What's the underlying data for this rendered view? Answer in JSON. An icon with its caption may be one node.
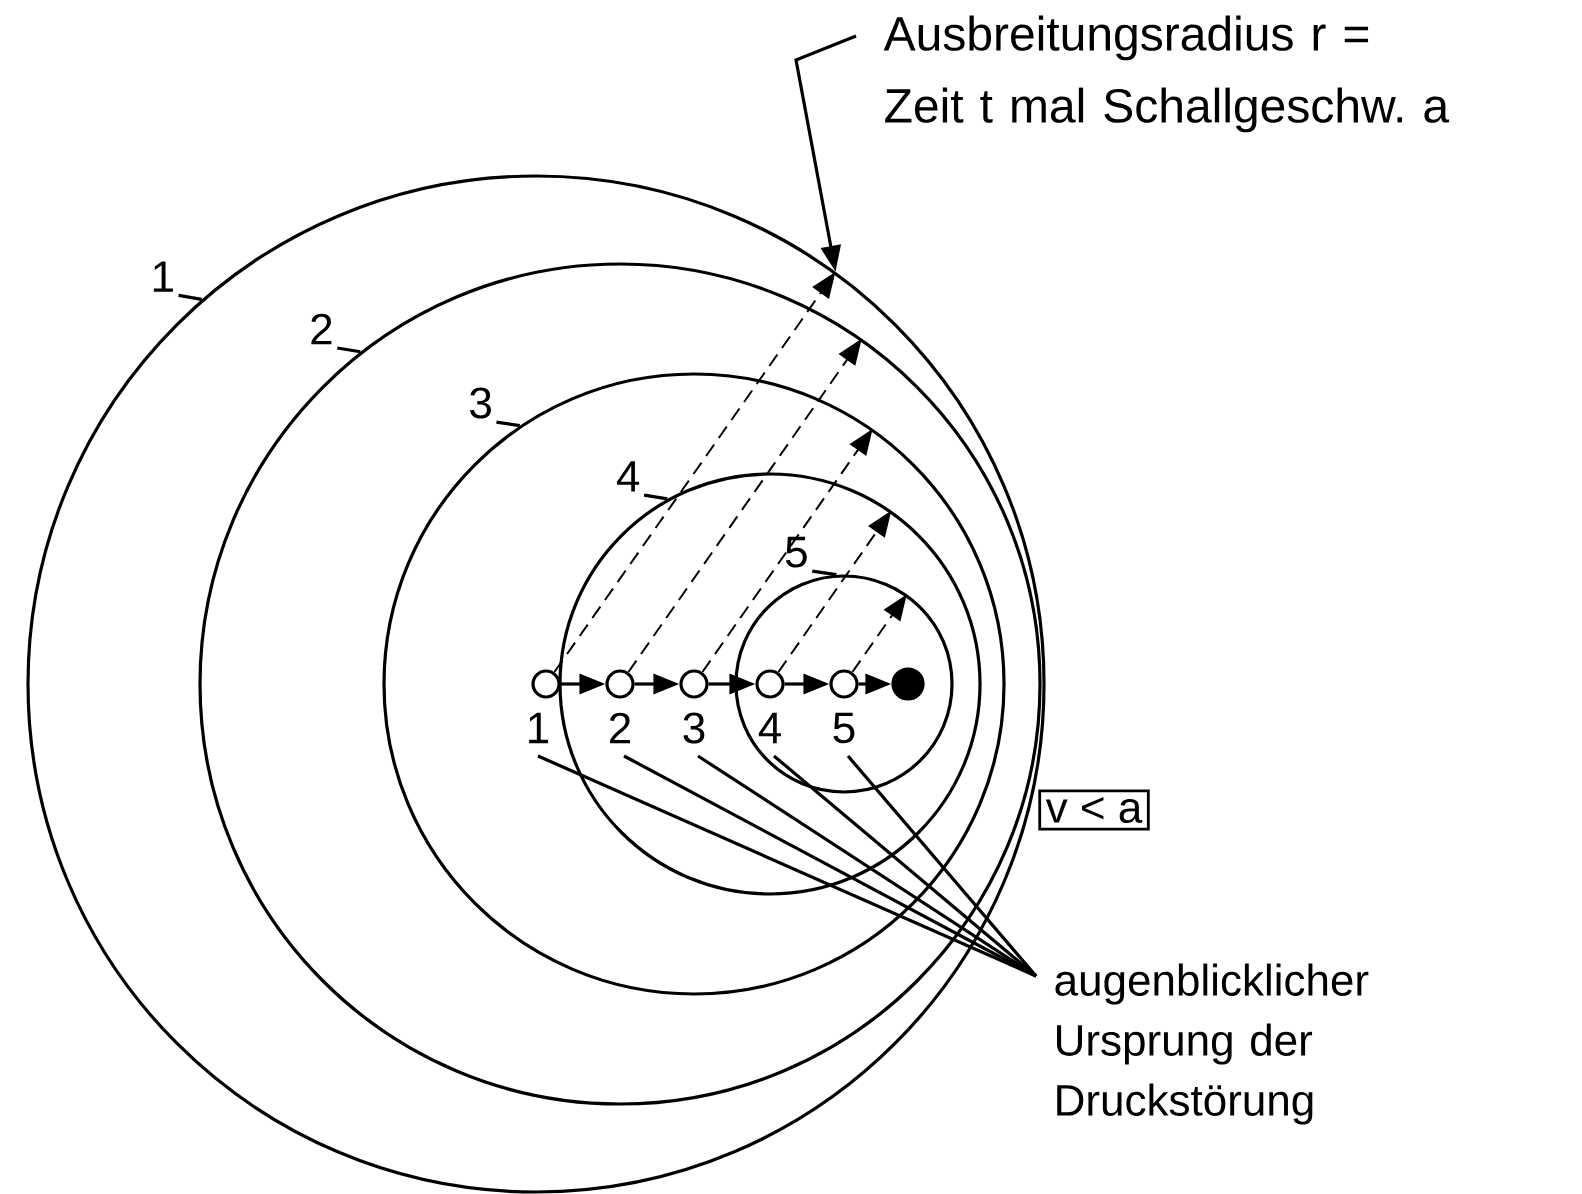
{
  "diagram": {
    "nodes": [
      {
        "text": [
          "Ausbreitungsradius r = Zeit t mal Schallgeschw. a"
        ]
      },
      {
        "text": [],
        "shape": "circle"
      },
      {
        "text": [],
        "shape": "circle",
        "in": 1
      },
      {
        "text": [],
        "shape": "circle",
        "in": 2
      },
      {
        "text": [],
        "shape": "circle",
        "in": 3
      },
      {
        "text": [],
        "shape": "circle",
        "in": 4
      },
      {
        "text": [
          "1"
        ]
      },
      {
        "text": [
          "2"
        ],
        "in": 1
      },
      {
        "text": [
          "3"
        ],
        "in": 2
      },
      {
        "text": [
          "4"
        ],
        "in": 3
      },
      {
        "text": [
          "5"
        ],
        "in": 4
      },
      {
        "text": [],
        "shape": "circle",
        "beside": [
          "1"
        ],
        "in": 3
      },
      {
        "text": [],
        "shape": "circle",
        "beside": [
          "2"
        ],
        "in": 4
      },
      {
        "text": [],
        "shape": "circle",
        "beside": [
          "3"
        ],
        "in": 4
      },
      {
        "text": [],
        "shape": "circle",
        "beside": [
          "4"
        ],
        "in": 5
      },
      {
        "text": [],
        "shape": "circle",
        "beside": [
          "5"
        ],
        "in": 5
      },
      {
        "text": [],
        "shape": "circle",
        "in": 5
      },
      {
        "text": [
          "v < a"
        ]
      },
      {
        "text": [
          "augenblicklicher Ursprung der Druckstörung"
        ]
      }
    ],
    "edges": [
      {
        "from": 0,
        "to": 1,
        "arrow": "to"
      },
      {
        "from": 6,
        "to": 1,
        "arrow": "none"
      },
      {
        "from": 7,
        "to": 2,
        "arrow": "none"
      },
      {
        "from": 8,
        "to": 3,
        "arrow": "none"
      },
      {
        "from": 9,
        "to": 4,
        "arrow": "none"
      },
      {
        "from": 10,
        "to": 5,
        "arrow": "none"
      },
      {
        "from": 11,
        "to": 12,
        "arrow": "to"
      },
      {
        "from": 12,
        "to": 13,
        "arrow": "to"
      },
      {
        "from": 13,
        "to": 14,
        "arrow": "to"
      },
      {
        "from": 14,
        "to": 15,
        "arrow": "to"
      },
      {
        "from": 15,
        "to": 16,
        "arrow": "to"
      },
      {
        "from": 11,
        "to": 1,
        "arrow": "to",
        "style": "dashed"
      },
      {
        "from": 12,
        "to": 2,
        "arrow": "to",
        "style": "dashed"
      },
      {
        "from": 13,
        "to": 3,
        "arrow": "to",
        "style": "dashed"
      },
      {
        "from": 14,
        "to": 4,
        "arrow": "to",
        "style": "dashed"
      },
      {
        "from": 15,
        "to": 5,
        "arrow": "to",
        "style": "dashed"
      },
      {
        "from": 18,
        "to": 11,
        "arrow": "none"
      },
      {
        "from": 18,
        "to": 12,
        "arrow": "none"
      },
      {
        "from": 18,
        "to": 13,
        "arrow": "none"
      },
      {
        "from": 18,
        "to": 14,
        "arrow": "none"
      },
      {
        "from": 18,
        "to": 15,
        "arrow": "none"
      }
    ]
  }
}
